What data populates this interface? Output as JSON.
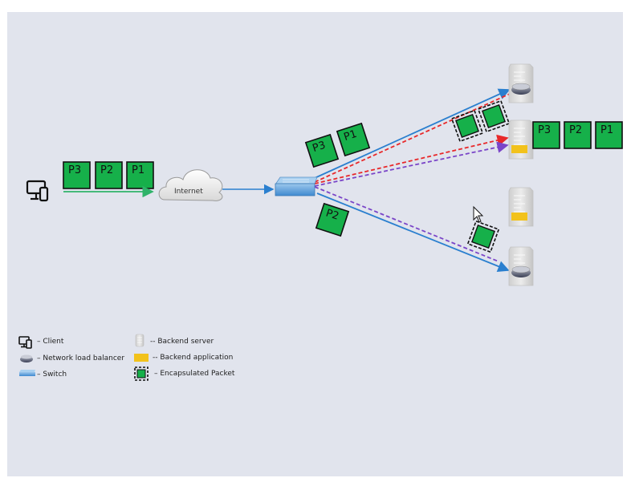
{
  "diagram": {
    "title": "Network load balancer packet flow",
    "cloud_label": "Internet",
    "client_packets": [
      "P3",
      "P2",
      "P1"
    ],
    "switch_packets_top": [
      "P3",
      "P1"
    ],
    "switch_packets_bottom": [
      "P2"
    ],
    "delivered_packets": [
      "P3",
      "P2",
      "P1"
    ],
    "encapsulated_packet_count_upper": 2,
    "encapsulated_packet_count_lower": 1,
    "colors": {
      "canvas": "#e1e4ed",
      "packet_green": "#16b04a",
      "solid_arrow_blue": "#2a7fcf",
      "green_arrow": "#2fb36a",
      "dashed_red": "#e8282a",
      "dashed_purple": "#7a45c8",
      "backend_app_yellow": "#f2c21b"
    },
    "flows": [
      {
        "from": "switch",
        "to": "server-1",
        "style": "solid",
        "color": "blue"
      },
      {
        "from": "switch",
        "to": "server-1",
        "style": "dashed",
        "color": "red"
      },
      {
        "from": "switch",
        "to": "server-2",
        "style": "dashed",
        "color": "red"
      },
      {
        "from": "switch",
        "to": "server-2",
        "style": "dashed",
        "color": "purple"
      },
      {
        "from": "switch",
        "to": "server-4",
        "style": "dashed",
        "color": "purple"
      },
      {
        "from": "switch",
        "to": "server-4",
        "style": "solid",
        "color": "blue"
      }
    ],
    "servers": [
      {
        "id": "server-1",
        "role": "network load balancer"
      },
      {
        "id": "server-2",
        "role": "backend application"
      },
      {
        "id": "server-3",
        "role": "backend application"
      },
      {
        "id": "server-4",
        "role": "network load balancer"
      }
    ]
  },
  "legend": {
    "client": "– Client",
    "nlb": "– Network load balancer",
    "switch": "– Switch",
    "backend_server": "-- Backend server",
    "backend_app": "-- Backend application",
    "encapsulated": "– Encapsulated Packet"
  }
}
